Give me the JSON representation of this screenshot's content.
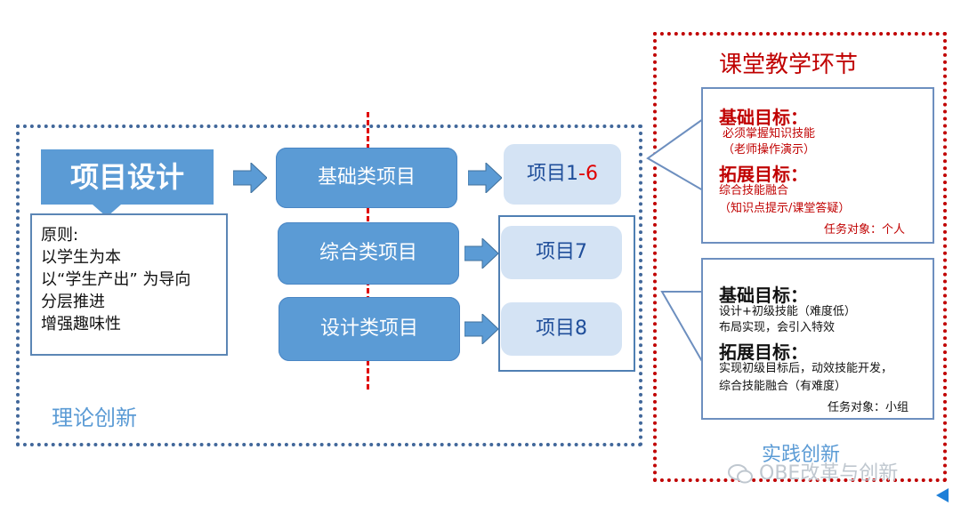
{
  "diagram": {
    "left_region": {
      "label": "理论创新",
      "design_title": "项目设计",
      "principles": [
        "原则:",
        "以学生为本",
        "以“学生产出” 为导向",
        "分层推进",
        "增强趣味性"
      ],
      "categories": [
        "基础类项目",
        "综合类项目",
        "设计类项目"
      ],
      "projects": {
        "p1_prefix": "项目1",
        "p1_suffix": "-6",
        "p7": "项目7",
        "p8": "项目8"
      }
    },
    "right_region": {
      "title": "课堂教学环节",
      "label": "实践创新",
      "individual": {
        "basic_heading": "基础目标：",
        "basic_lines": [
          "必须掌握知识技能",
          "（老师操作演示）"
        ],
        "ext_heading": "拓展目标：",
        "ext_lines": [
          "综合技能融合",
          "（知识点提示/课堂答疑）"
        ],
        "task": "任务对象：个人"
      },
      "group": {
        "basic_heading": "基础目标：",
        "basic_lines": [
          "设计+初级技能（难度低）",
          "布局实现，会引入特效"
        ],
        "ext_heading": "拓展目标：",
        "ext_lines": [
          "实现初级目标后，动效技能开发，",
          "综合技能融合（有难度）"
        ],
        "task": "任务对象：小组"
      }
    },
    "watermark": "OBE改革与创新",
    "colors": {
      "primary_blue": "#5b9bd5",
      "light_blue": "#d4e3f4",
      "accent_red": "#c00000",
      "frame_blue": "#41679a"
    }
  }
}
